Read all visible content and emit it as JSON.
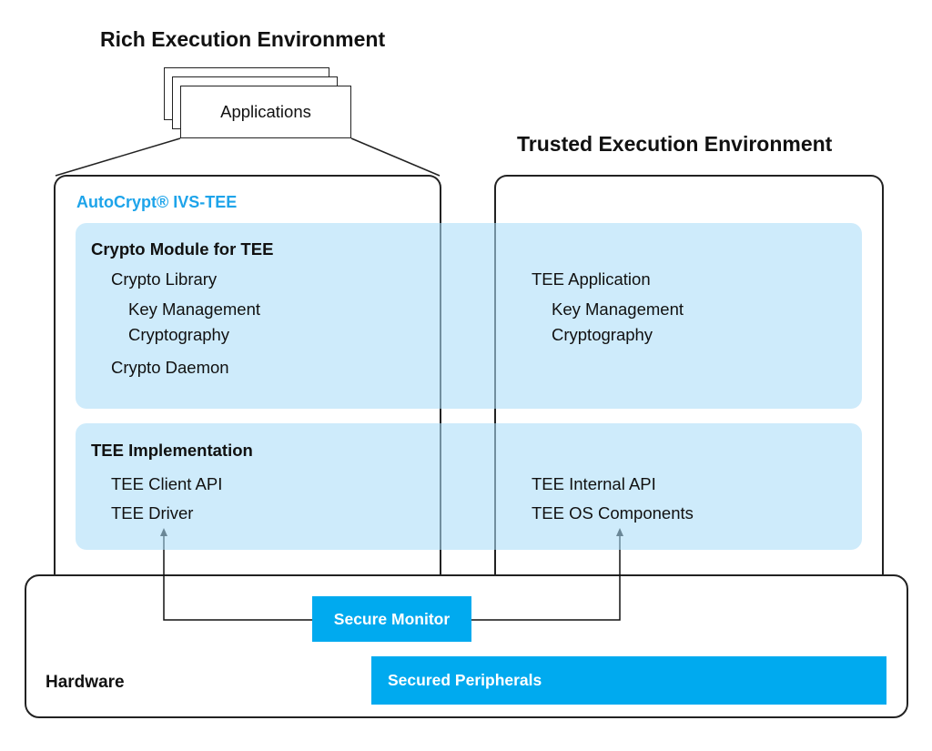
{
  "rich_env": {
    "title": "Rich Execution Environment",
    "applications_label": "Applications"
  },
  "trusted_env": {
    "title": "Trusted Execution Environment"
  },
  "product_name": "AutoCrypt® IVS-TEE",
  "crypto_module": {
    "title": "Crypto Module for TEE",
    "left_items": [
      "Crypto Library",
      "Key Management",
      "Cryptography",
      "Crypto Daemon"
    ],
    "right_items": [
      "TEE Application",
      "Key Management",
      "Cryptography"
    ]
  },
  "tee_implementation": {
    "title": "TEE Implementation",
    "left_items": [
      "TEE Client API",
      "TEE Driver"
    ],
    "right_items": [
      "TEE Internal API",
      "TEE OS Components"
    ]
  },
  "hardware": {
    "label": "Hardware",
    "secure_monitor": "Secure Monitor",
    "secured_peripherals": "Secured Peripherals"
  },
  "colors": {
    "accent": "#1ea4ea",
    "band": "#aadcf8",
    "blue_box": "#00aaef",
    "outline": "#222222"
  }
}
